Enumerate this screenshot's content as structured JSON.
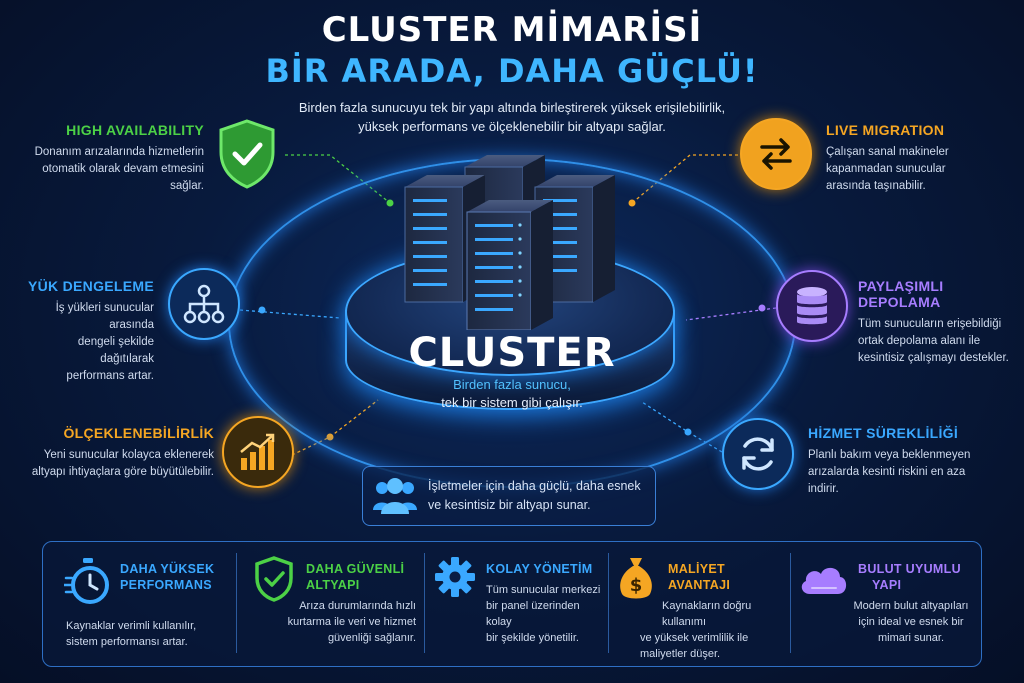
{
  "header": {
    "title_line1": "CLUSTER MİMARİSİ",
    "title_line2": "BİR ARADA, DAHA GÜÇLÜ!",
    "intro_line1": "Birden fazla sunucuyu tek bir yapı altında birleştirerek yüksek erişilebilirlik,",
    "intro_line2": "yüksek performans ve ölçeklenebilir bir altyapı sağlar."
  },
  "center": {
    "label": "CLUSTER",
    "sub_line1": "Birden fazla sunucu,",
    "sub_line2": "tek bir sistem gibi çalışır."
  },
  "features": {
    "high_availability": {
      "title": "HIGH AVAILABILITY",
      "lines": [
        "Donanım arızalarında hizmetlerin",
        "otomatik olarak devam etmesini",
        "sağlar."
      ],
      "color": "#4cd146"
    },
    "load_balancing": {
      "title": "YÜK DENGELEME",
      "lines": [
        "İş yükleri sunucular arasında",
        "dengeli şekilde dağıtılarak",
        "performans artar."
      ],
      "color": "#3aa8ff"
    },
    "scalability": {
      "title": "ÖLÇEKLENEBİLİRLİK",
      "lines": [
        "Yeni sunucular kolayca eklenerek",
        "altyapı ihtiyaçlara göre büyütülebilir."
      ],
      "color": "#f5a623"
    },
    "live_migration": {
      "title": "LIVE MIGRATION",
      "lines": [
        "Çalışan sanal makineler",
        "kapanmadan sunucular",
        "arasında taşınabilir."
      ],
      "color": "#f5a623"
    },
    "shared_storage": {
      "title": "PAYLAŞIMLI DEPOLAMA",
      "lines": [
        "Tüm sunucuların erişebildiği",
        "ortak depolama alanı ile",
        "kesintisiz çalışmayı destekler."
      ],
      "color": "#a77dff"
    },
    "service_continuity": {
      "title": "HİZMET SÜREKLİLİĞİ",
      "lines": [
        "Planlı bakım veya beklenmeyen",
        "arızalarda kesinti riskini en aza",
        "indirir."
      ],
      "color": "#3aa8ff"
    }
  },
  "callout": {
    "line1": "İşletmeler için daha güçlü, daha esnek",
    "line2": "ve kesintisiz bir altyapı sunar."
  },
  "benefits": [
    {
      "title_line1": "DAHA YÜKSEK",
      "title_line2": "PERFORMANS",
      "text_lines": [
        "Kaynaklar verimli kullanılır,",
        "sistem performansı artar."
      ],
      "icon": "stopwatch-icon",
      "color": "#3aa8ff"
    },
    {
      "title_line1": "DAHA GÜVENLİ",
      "title_line2": "ALTYAPI",
      "text_lines": [
        "Arıza durumlarında hızlı",
        "kurtarma ile veri ve hizmet",
        "güvenliği sağlanır."
      ],
      "icon": "shield-check-icon",
      "color": "#4cd146"
    },
    {
      "title_line1": "KOLAY YÖNETİM",
      "title_line2": "",
      "text_lines": [
        "Tüm sunucular merkezi",
        "bir panel üzerinden kolay",
        "bir şekilde yönetilir."
      ],
      "icon": "gear-icon",
      "color": "#3aa8ff"
    },
    {
      "title_line1": "MALİYET",
      "title_line2": "AVANTAJI",
      "text_lines": [
        "Kaynakların doğru kullanımı",
        "ve yüksek verimlilik ile",
        "maliyetler düşer."
      ],
      "icon": "money-bag-icon",
      "color": "#f5a623"
    },
    {
      "title_line1": "BULUT UYUMLU",
      "title_line2": "YAPI",
      "text_lines": [
        "Modern bulut altyapıları",
        "için ideal ve esnek bir",
        "mimari sunar."
      ],
      "icon": "cloud-icon",
      "color": "#a77dff"
    }
  ],
  "colors": {
    "accent_blue": "#3aa8ff",
    "accent_green": "#4cd146",
    "accent_orange": "#f5a623",
    "accent_purple": "#a77dff",
    "background": "#081a3d"
  }
}
